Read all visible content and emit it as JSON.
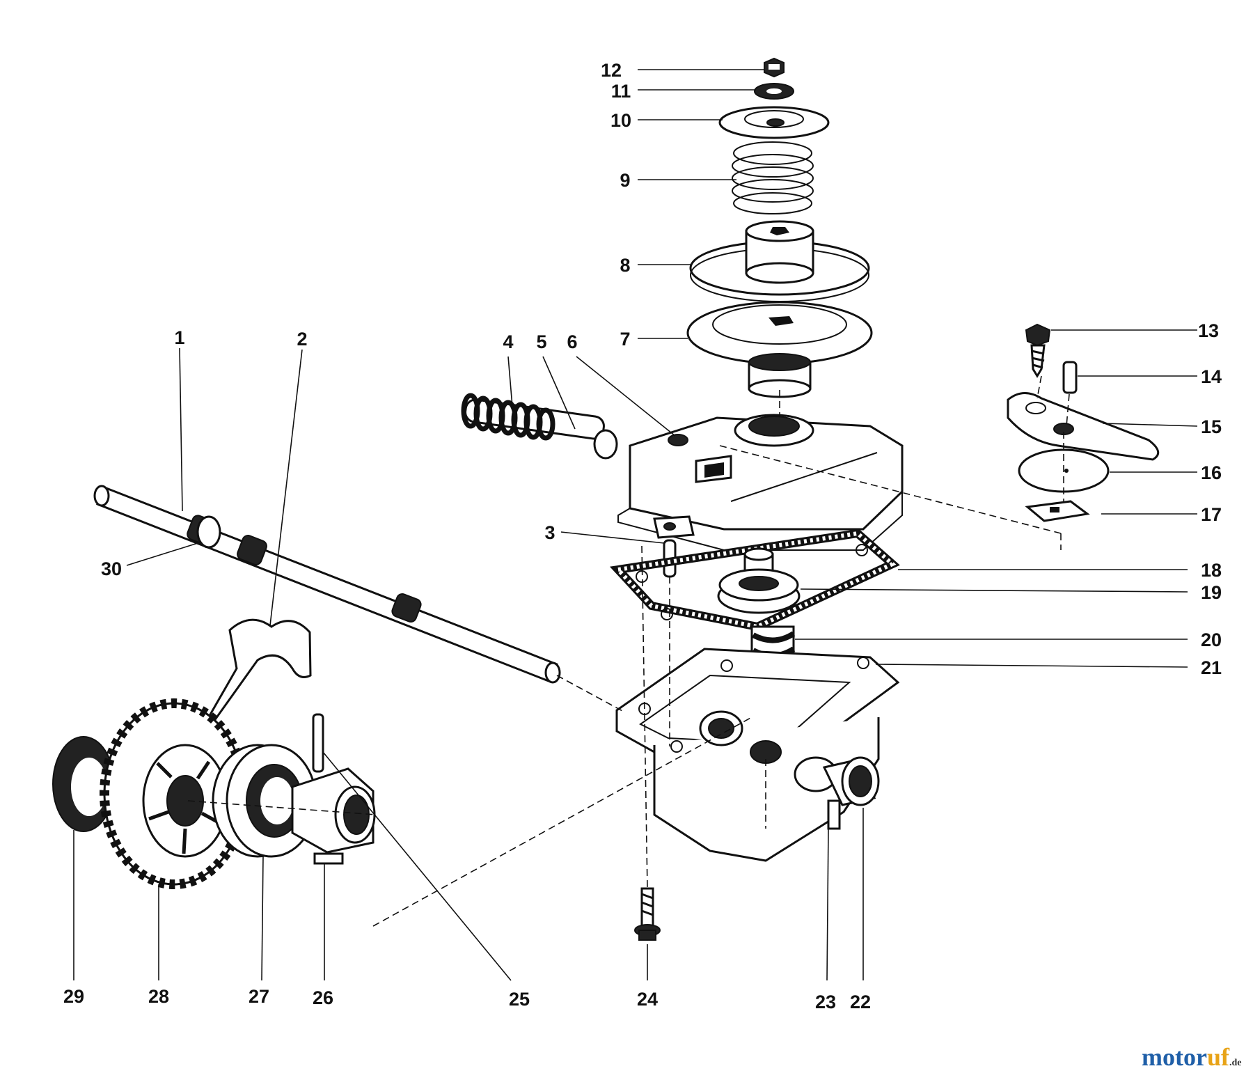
{
  "callouts": [
    {
      "id": "1",
      "label": "1"
    },
    {
      "id": "2",
      "label": "2"
    },
    {
      "id": "3",
      "label": "3"
    },
    {
      "id": "4",
      "label": "4"
    },
    {
      "id": "5",
      "label": "5"
    },
    {
      "id": "6",
      "label": "6"
    },
    {
      "id": "7",
      "label": "7"
    },
    {
      "id": "8",
      "label": "8"
    },
    {
      "id": "9",
      "label": "9"
    },
    {
      "id": "10",
      "label": "10"
    },
    {
      "id": "11",
      "label": "11"
    },
    {
      "id": "12",
      "label": "12"
    },
    {
      "id": "13",
      "label": "13"
    },
    {
      "id": "14",
      "label": "14"
    },
    {
      "id": "15",
      "label": "15"
    },
    {
      "id": "16",
      "label": "16"
    },
    {
      "id": "17",
      "label": "17"
    },
    {
      "id": "18",
      "label": "18"
    },
    {
      "id": "19",
      "label": "19"
    },
    {
      "id": "20",
      "label": "20"
    },
    {
      "id": "21",
      "label": "21"
    },
    {
      "id": "22",
      "label": "22"
    },
    {
      "id": "23",
      "label": "23"
    },
    {
      "id": "24",
      "label": "24"
    },
    {
      "id": "25",
      "label": "25"
    },
    {
      "id": "26",
      "label": "26"
    },
    {
      "id": "27",
      "label": "27"
    },
    {
      "id": "28",
      "label": "28"
    },
    {
      "id": "29",
      "label": "29"
    },
    {
      "id": "30",
      "label": "30"
    }
  ],
  "watermark": {
    "part1": "motor",
    "part2": "uf",
    "suffix": ".de",
    "color1": "#1f5fa8",
    "color2": "#e8a317"
  }
}
